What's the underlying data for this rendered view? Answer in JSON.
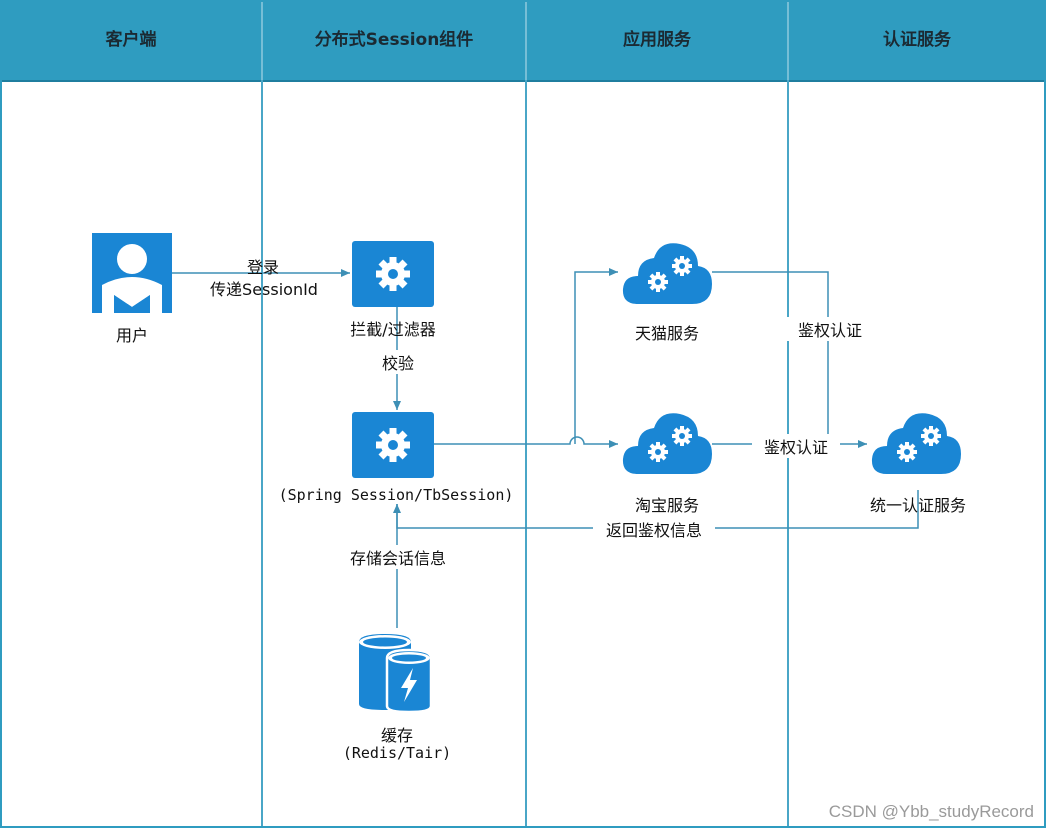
{
  "lanes": [
    {
      "title": "客户端"
    },
    {
      "title": "分布式Session组件"
    },
    {
      "title": "应用服务"
    },
    {
      "title": "认证服务"
    }
  ],
  "nodes": {
    "user": "用户",
    "filter": "拦截/过滤器",
    "session": "(Spring Session/TbSession)",
    "cache_name": "缓存",
    "cache_sub": "(Redis/Tair)",
    "tmall": "天猫服务",
    "taobao": "淘宝服务",
    "auth": "统一认证服务"
  },
  "edges": {
    "login": "登录",
    "pass_session": "传递SessionId",
    "verify": "校验",
    "store": "存储会话信息",
    "auth_tmall": "鉴权认证",
    "auth_taobao": "鉴权认证",
    "return_auth": "返回鉴权信息"
  },
  "credit": "CSDN @Ybb_studyRecord",
  "colors": {
    "header": "#2f9cc0",
    "icon_blue": "#1a86d4",
    "line": "#3d8fb5"
  }
}
